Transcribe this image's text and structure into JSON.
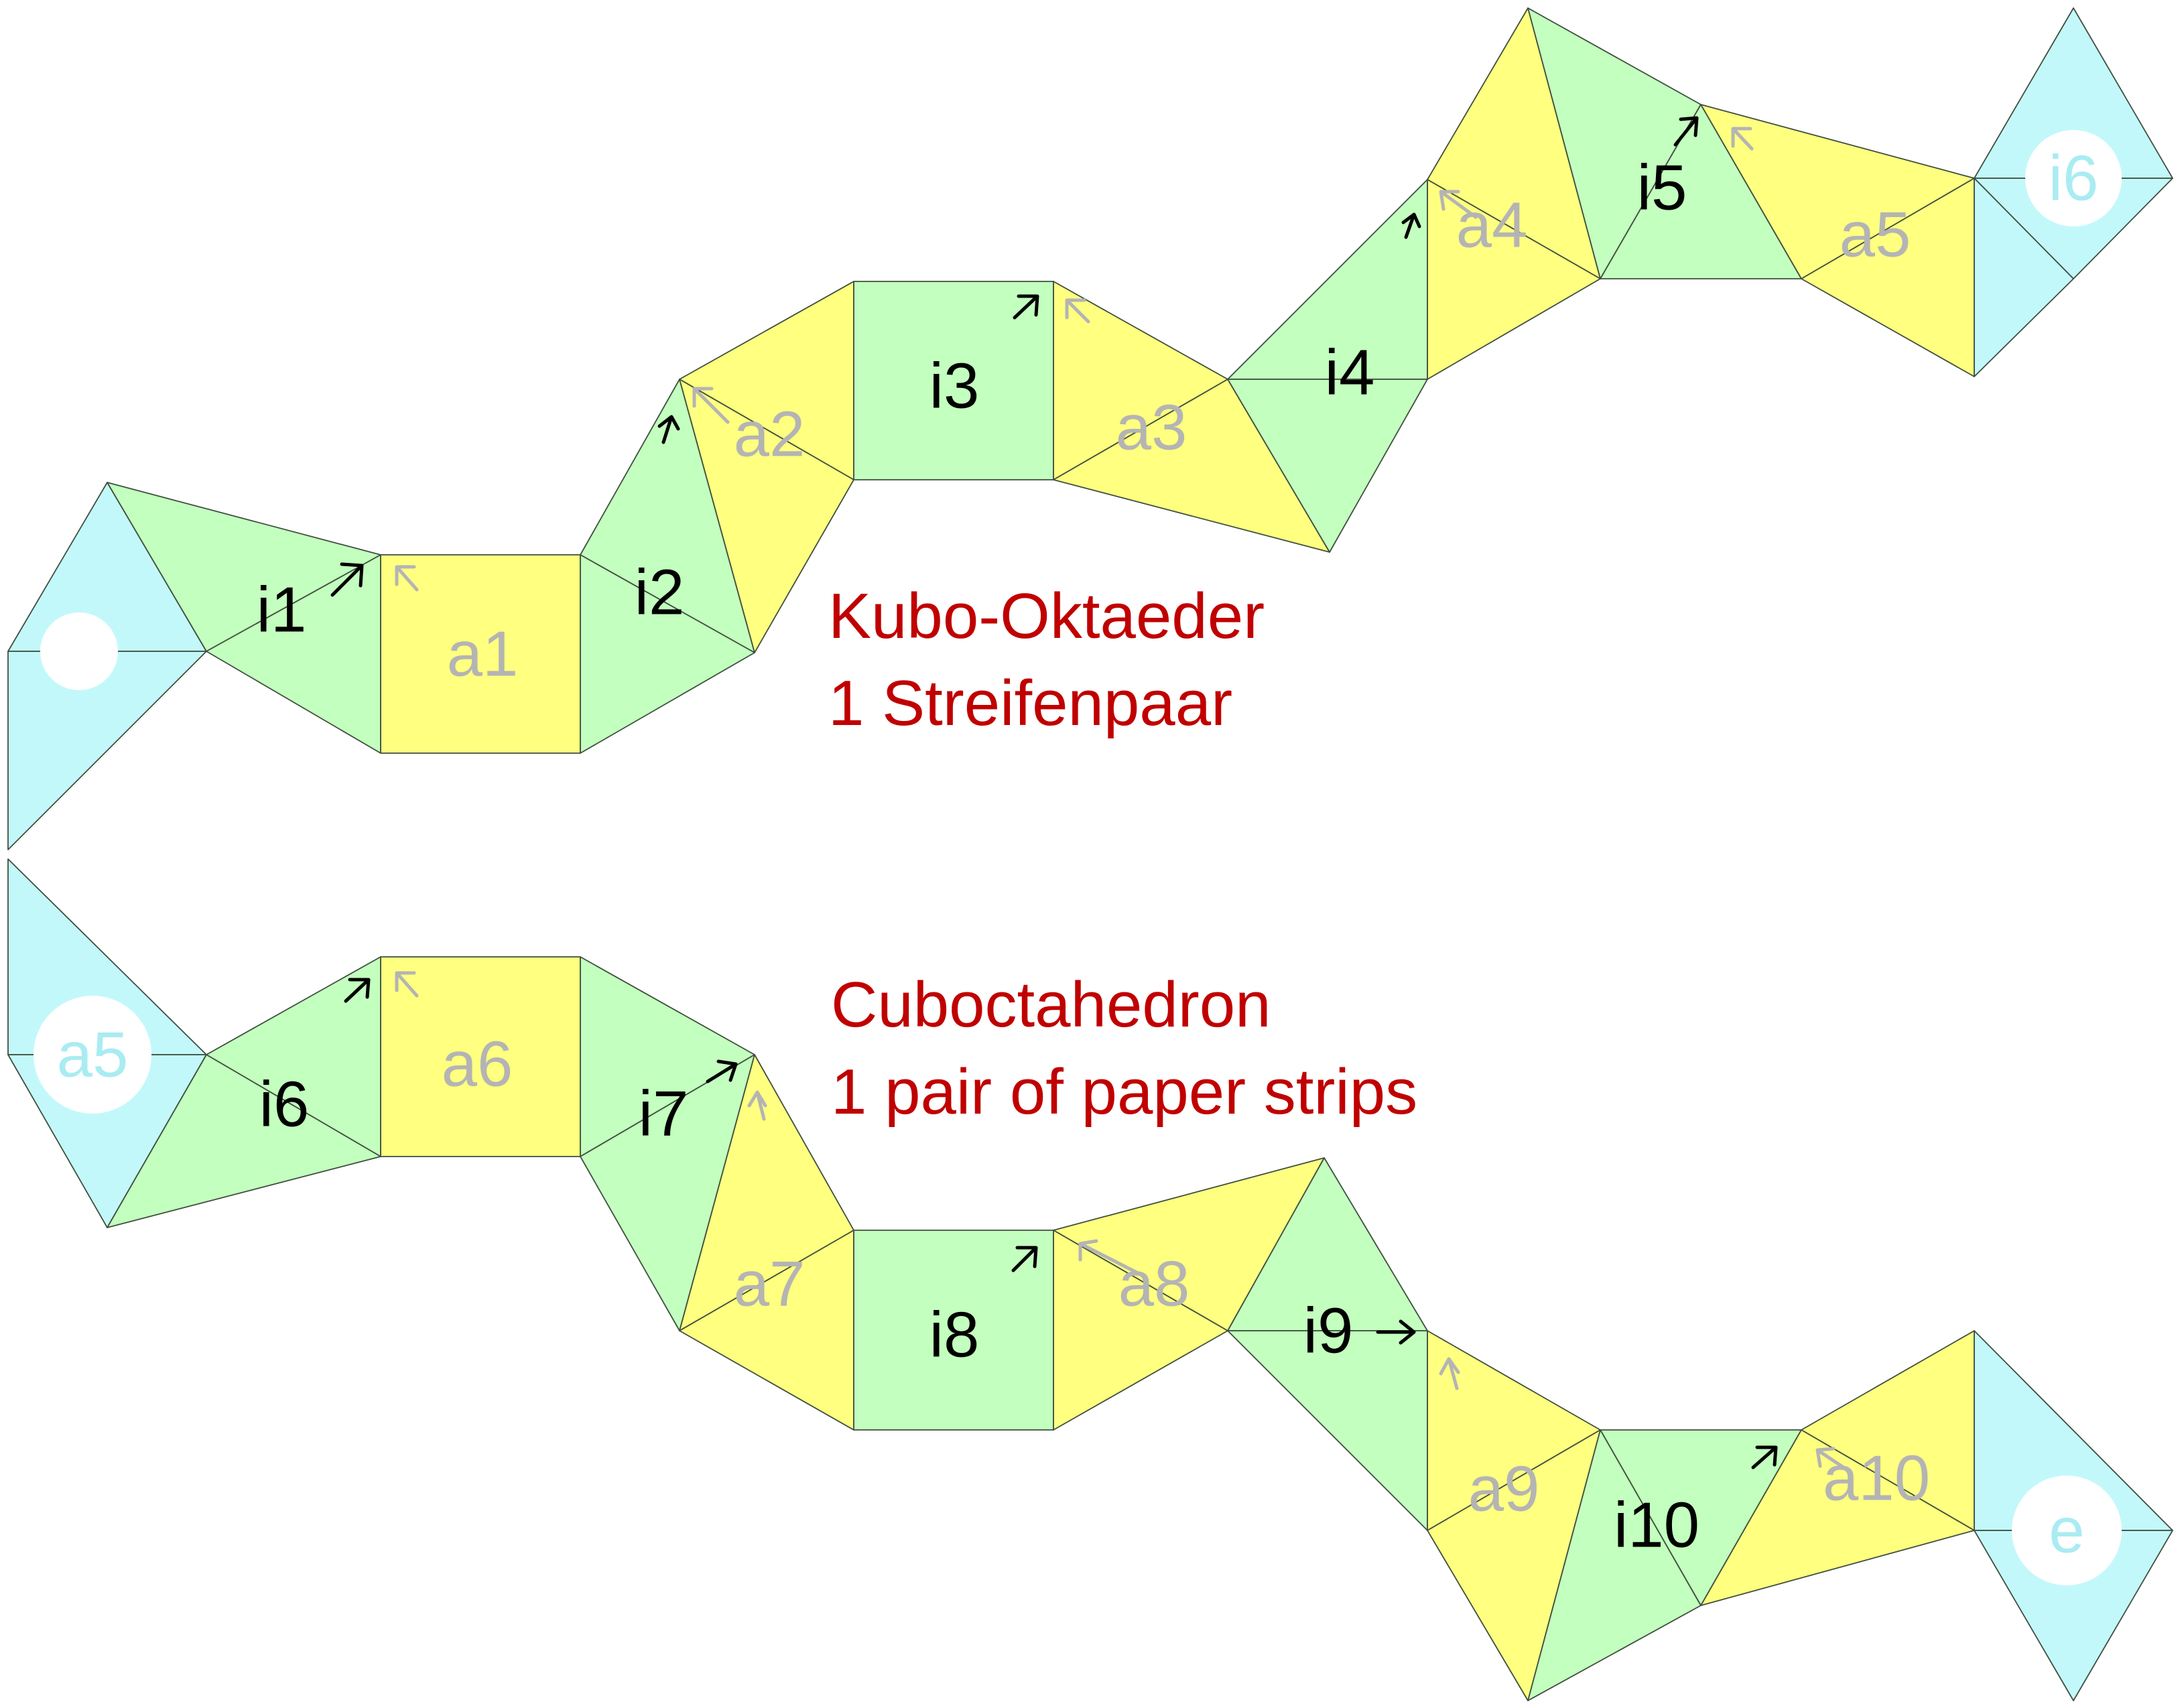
{
  "colors": {
    "inner_face": "#c3ffbe",
    "outer_face": "#ffff80",
    "tab_face": "#c3f8fb",
    "label_inner": "#000000",
    "label_outer": "#b4b4b4",
    "label_tab": "#a9ecf2",
    "title": "#c00000"
  },
  "title_de": {
    "line1": "Kubo-Oktaeder",
    "line2": "1 Streifenpaar"
  },
  "title_en": {
    "line1": "Cuboctahedron",
    "line2": "1 pair of paper strips"
  },
  "inner_labels": [
    "i1",
    "i2",
    "i3",
    "i4",
    "i5",
    "i6",
    "i7",
    "i8",
    "i9",
    "i10"
  ],
  "outer_labels": [
    "a1",
    "a2",
    "a3",
    "a4",
    "a5",
    "a6",
    "a7",
    "a8",
    "a9",
    "a10"
  ],
  "tab_labels": {
    "top_right": "i6",
    "bottom_left": "a5",
    "bottom_right": "e"
  }
}
